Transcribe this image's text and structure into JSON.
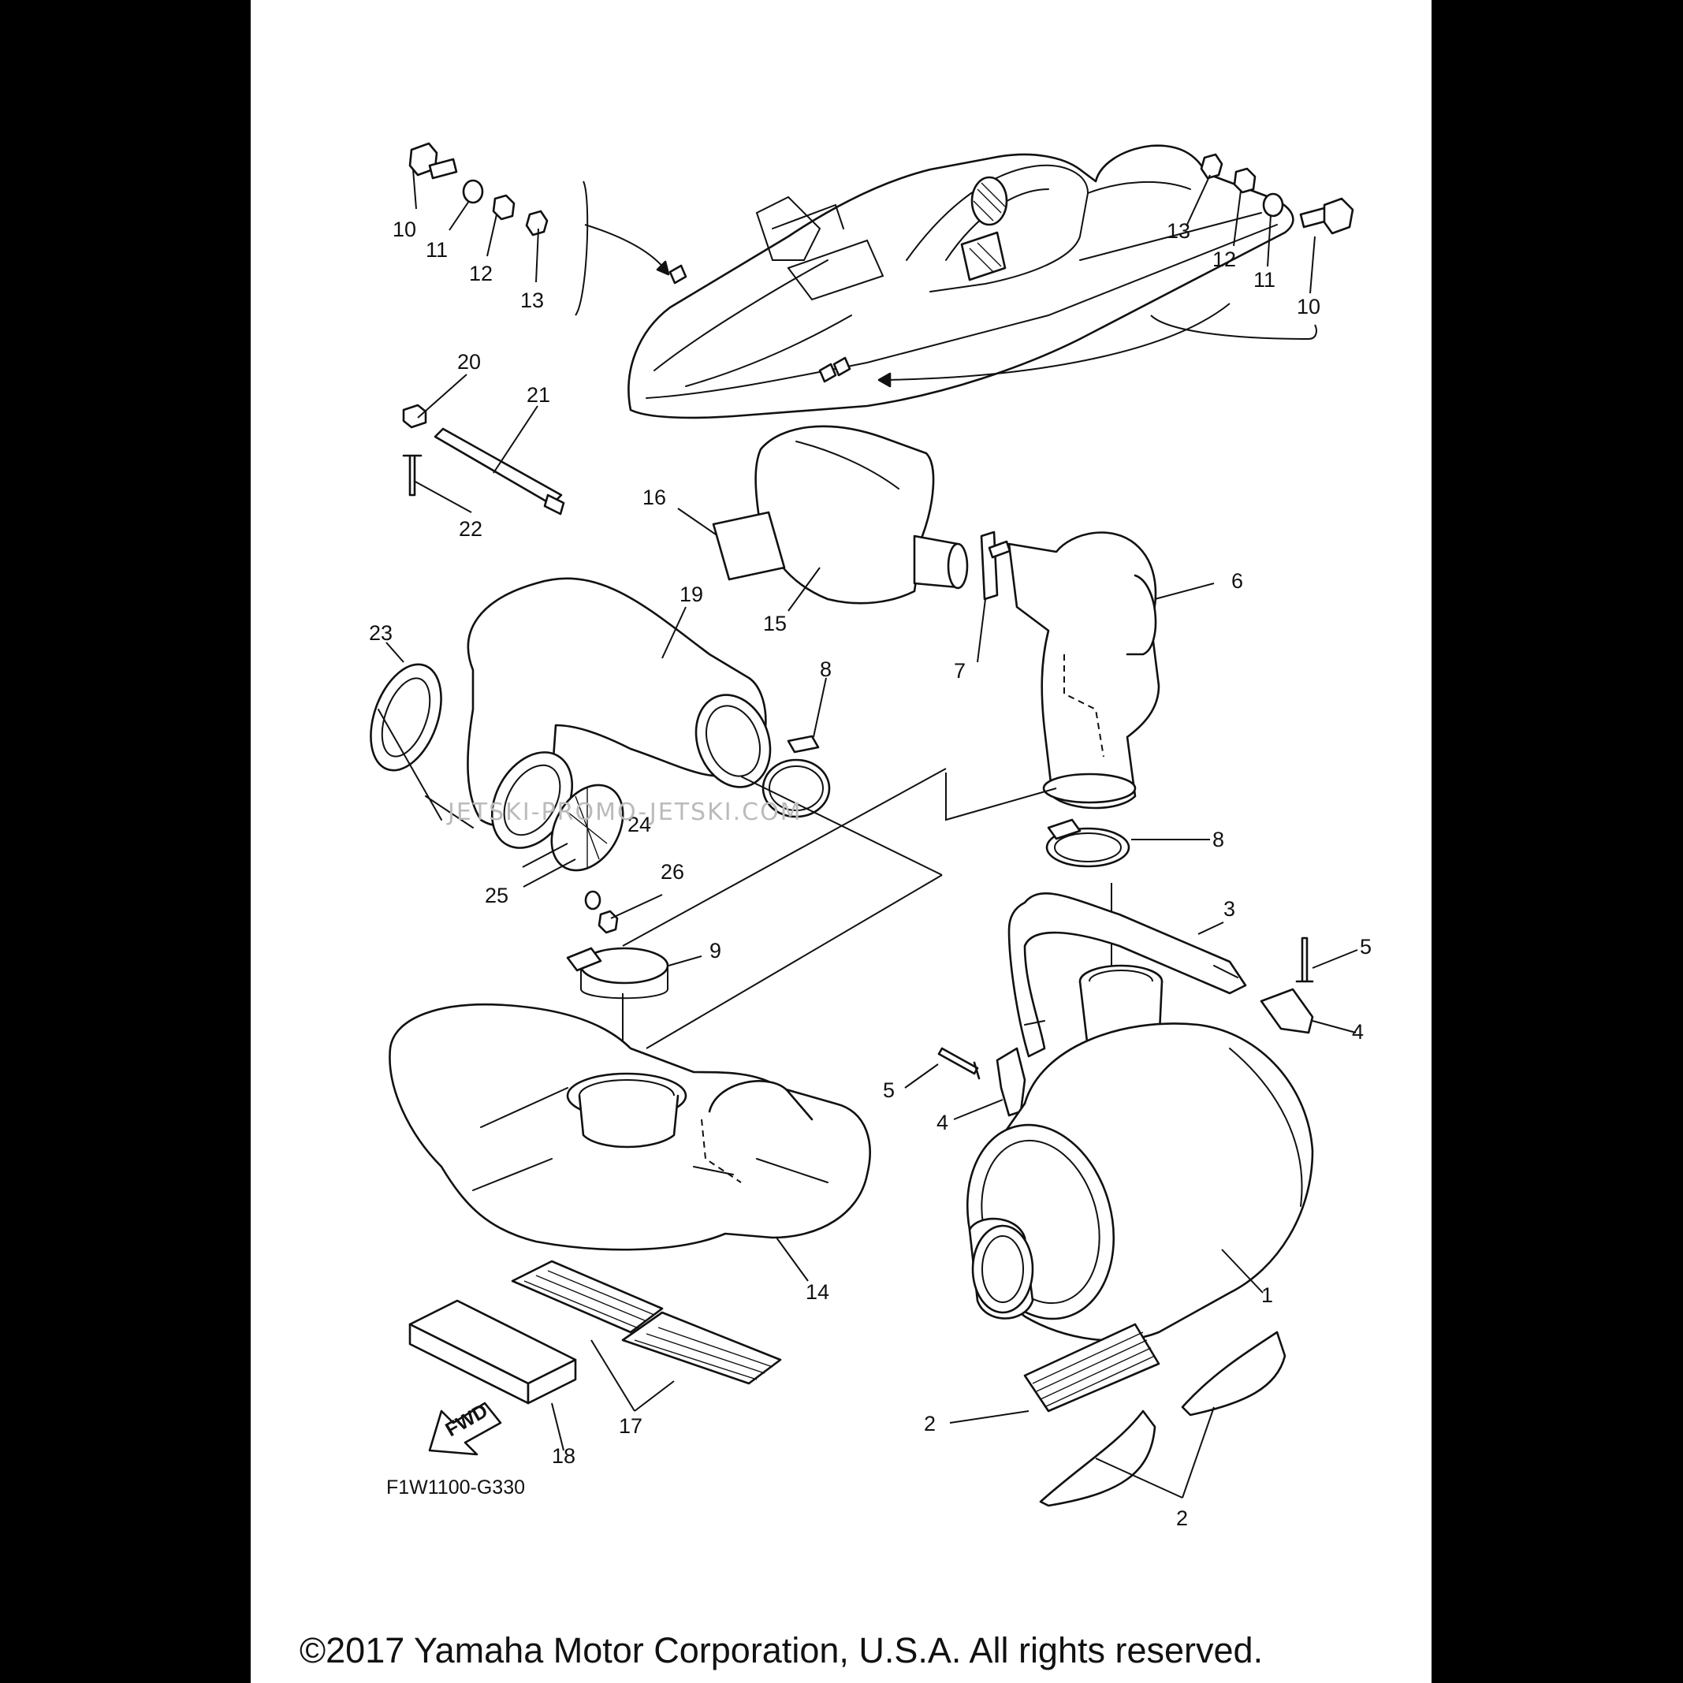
{
  "diagram": {
    "code": "F1W1100-G330",
    "fwd_label": "FWD",
    "watermark": "JETSKI-PROMO-JETSKI.COM",
    "callouts": {
      "c1": "1",
      "c2a": "2",
      "c2b": "2",
      "c3": "3",
      "c4a": "4",
      "c4b": "4",
      "c5a": "5",
      "c5b": "5",
      "c6": "6",
      "c7": "7",
      "c8a": "8",
      "c8b": "8",
      "c9": "9",
      "c10a": "10",
      "c10b": "10",
      "c11a": "11",
      "c11b": "11",
      "c12a": "12",
      "c12b": "12",
      "c13a": "13",
      "c13b": "13",
      "c14": "14",
      "c15": "15",
      "c16": "16",
      "c17": "17",
      "c18": "18",
      "c19": "19",
      "c20": "20",
      "c21": "21",
      "c22": "22",
      "c23": "23",
      "c24": "24",
      "c25": "25",
      "c26": "26"
    }
  },
  "footer": {
    "copyright": "©2017 Yamaha Motor Corporation, U.S.A. All rights reserved."
  }
}
